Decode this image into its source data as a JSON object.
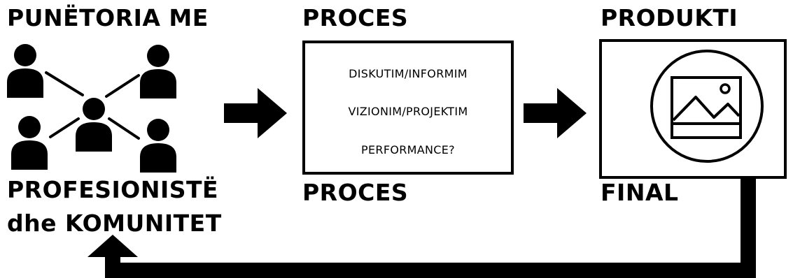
{
  "diagram": {
    "workshop": {
      "top_label": "PUNËTORIA ME",
      "bottom_label_line1": "PROFESIONISTË",
      "bottom_label_line2": "dhe  KOMUNITET"
    },
    "process": {
      "top_label": "PROCES",
      "bottom_label": "PROCES",
      "steps": [
        "DISKUTIM/INFORMIM",
        "VIZIONIM/PROJEKTIM",
        "PERFORMANCE?"
      ]
    },
    "product": {
      "top_label": "PRODUKTI",
      "bottom_label": "FINAL",
      "icon": "image-icon"
    },
    "colors": {
      "ink": "#000000",
      "background": "#ffffff"
    }
  }
}
